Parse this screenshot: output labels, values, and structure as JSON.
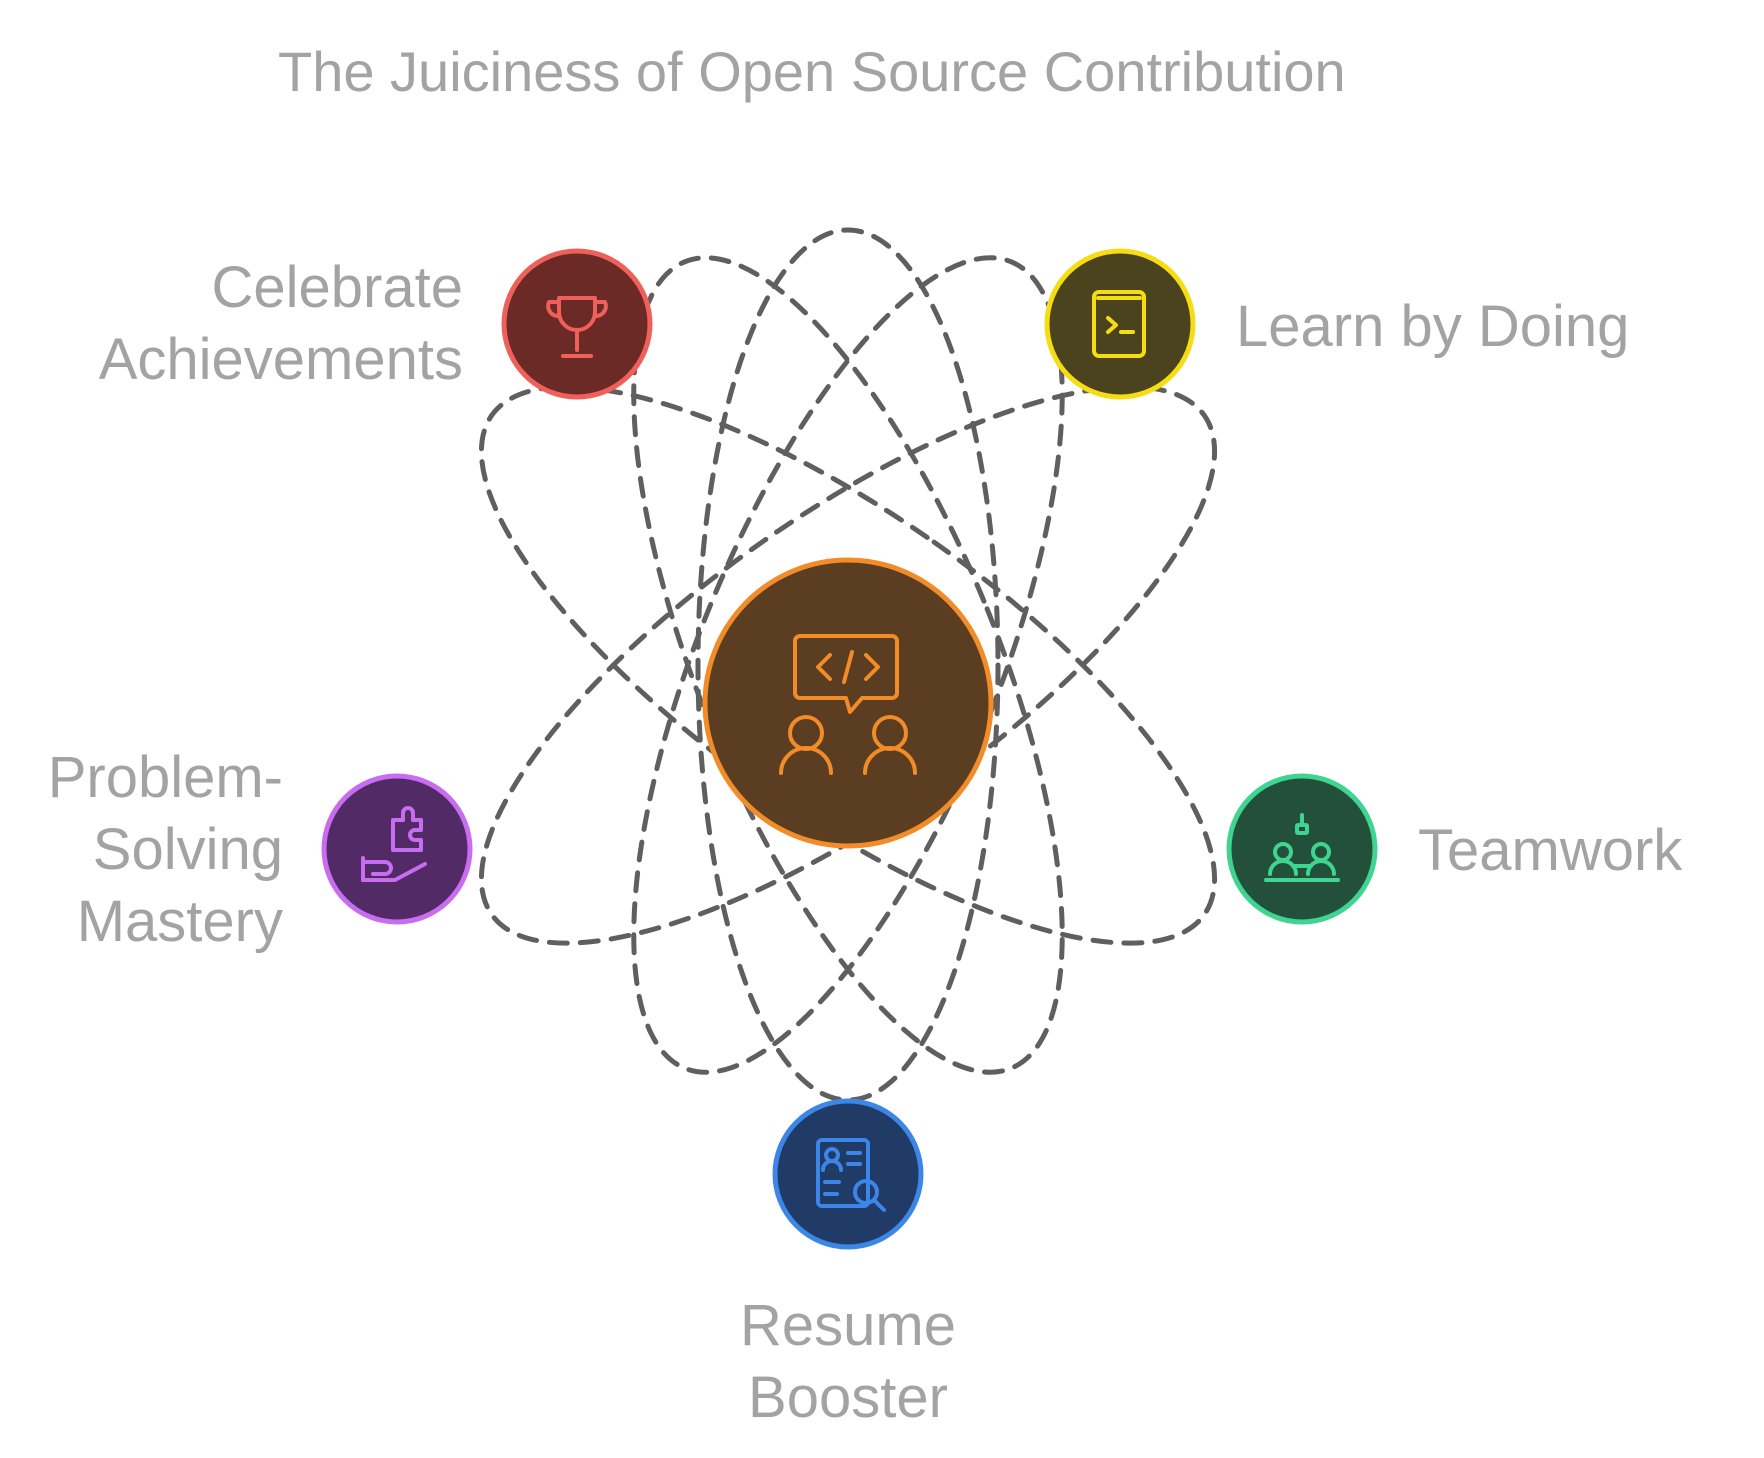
{
  "diagram": {
    "title": "The Juiciness of Open Source Contribution",
    "center": {
      "icon": "code-collaboration-icon",
      "fill": "#5b3d22",
      "stroke": "#f28c28"
    },
    "nodes": [
      {
        "id": "celebrate",
        "label_lines": [
          "Celebrate",
          "Achievements"
        ],
        "icon": "trophy-icon",
        "fill": "#6b2a26",
        "stroke": "#f0605b",
        "icon_color": "#f0605b"
      },
      {
        "id": "learn",
        "label_lines": [
          "Learn by Doing"
        ],
        "icon": "terminal-icon",
        "fill": "#4a431d",
        "stroke": "#f5dd12",
        "icon_color": "#f5dd12"
      },
      {
        "id": "problem",
        "label_lines": [
          "Problem-",
          "Solving",
          "Mastery"
        ],
        "icon": "puzzle-hand-icon",
        "fill": "#522a66",
        "stroke": "#c86cf0",
        "icon_color": "#c86cf0"
      },
      {
        "id": "teamwork",
        "label_lines": [
          "Teamwork"
        ],
        "icon": "team-meeting-icon",
        "fill": "#22503a",
        "stroke": "#3fd490",
        "icon_color": "#3fd490"
      },
      {
        "id": "resume",
        "label_lines": [
          "Resume",
          "Booster"
        ],
        "icon": "resume-search-icon",
        "fill": "#1f3b66",
        "stroke": "#3c86e8",
        "icon_color": "#3c86e8"
      }
    ],
    "orbit_color": "#5f5f5f"
  }
}
